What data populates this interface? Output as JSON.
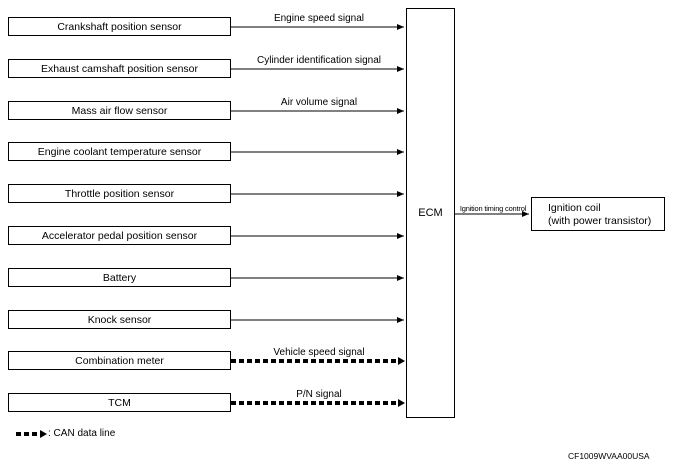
{
  "inputs": [
    {
      "label": "Crankshaft position sensor",
      "signal": "Engine speed signal",
      "can": false
    },
    {
      "label": "Exhaust camshaft position sensor",
      "signal": "Cylinder identification signal",
      "can": false
    },
    {
      "label": "Mass air flow sensor",
      "signal": "Air volume signal",
      "can": false
    },
    {
      "label": "Engine coolant temperature sensor",
      "signal": "",
      "can": false
    },
    {
      "label": "Throttle position sensor",
      "signal": "",
      "can": false
    },
    {
      "label": "Accelerator pedal position sensor",
      "signal": "",
      "can": false
    },
    {
      "label": "Battery",
      "signal": "",
      "can": false
    },
    {
      "label": "Knock sensor",
      "signal": "",
      "can": false
    },
    {
      "label": "Combination meter",
      "signal": "Vehicle speed signal",
      "can": true
    },
    {
      "label": "TCM",
      "signal": "P/N signal",
      "can": true
    }
  ],
  "ecm": {
    "label": "ECM"
  },
  "output": {
    "signal": "Ignition timing control",
    "line1": "Ignition coil",
    "line2": "(with power transistor)"
  },
  "legend": {
    "text": ": CAN data line"
  },
  "reference": {
    "code": "CF1009WVAA00USA"
  }
}
